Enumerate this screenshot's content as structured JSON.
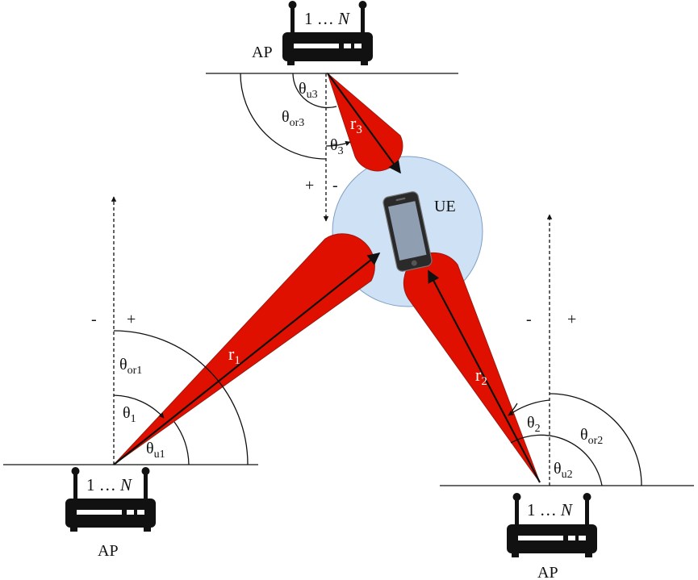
{
  "colors": {
    "beam": "#e01000",
    "beam_stroke": "#9c1a10",
    "ue_circle": "#cfe1f4",
    "ue_circle_stroke": "#7e9fc4",
    "ink": "#111111"
  },
  "aps": [
    {
      "label": "AP",
      "antenna_label": "1 … N",
      "antenna_prefix": "1 … ",
      "antenna_var": "N"
    },
    {
      "label": "AP",
      "antenna_label": "1 … N",
      "antenna_prefix": "1 … ",
      "antenna_var": "N"
    },
    {
      "label": "AP",
      "antenna_label": "1 … N",
      "antenna_prefix": "1 … ",
      "antenna_var": "N"
    }
  ],
  "ue": {
    "label": "UE"
  },
  "beams": [
    {
      "range": {
        "main": "r",
        "sub": "1"
      },
      "theta": {
        "main": "θ",
        "sub": "1"
      },
      "theta_u": {
        "main": "θ",
        "sub": "u1"
      },
      "theta_or": {
        "main": "θ",
        "sub": "or1"
      }
    },
    {
      "range": {
        "main": "r",
        "sub": "2"
      },
      "theta": {
        "main": "θ",
        "sub": "2"
      },
      "theta_u": {
        "main": "θ",
        "sub": "u2"
      },
      "theta_or": {
        "main": "θ",
        "sub": "or2"
      }
    },
    {
      "range": {
        "main": "r",
        "sub": "3"
      },
      "theta": {
        "main": "θ",
        "sub": "3"
      },
      "theta_u": {
        "main": "θ",
        "sub": "u3"
      },
      "theta_or": {
        "main": "θ",
        "sub": "or3"
      }
    }
  ],
  "signs": {
    "minus": "-",
    "plus": "+"
  }
}
